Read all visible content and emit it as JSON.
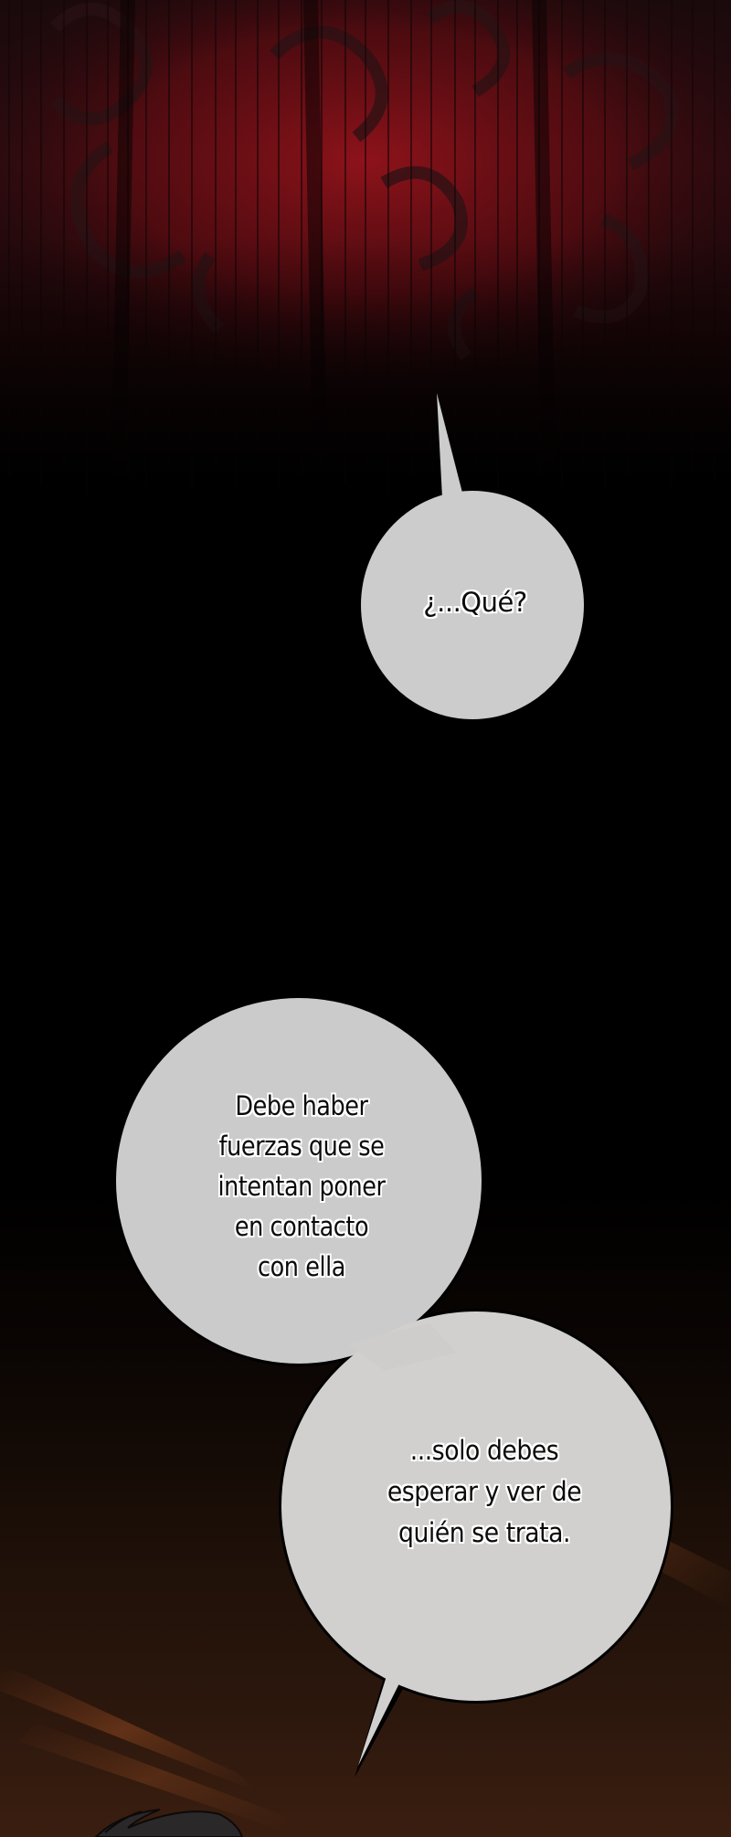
{
  "page": {
    "type": "comic-panel",
    "background": {
      "top_scene": "dark red ornate damask wallpaper with vertical streaks",
      "middle": "solid black",
      "bottom_scene": "dark brown/orange gradient with character hair at bottom"
    },
    "colors": {
      "bubble_fill": "#cccccc",
      "bubble_fill_lower": "#d4d2cf",
      "bubble_outline": "#000000",
      "text": "#0a0a0a",
      "text_outline": "#ffffff",
      "bg_red": "#8a1018",
      "bg_black": "#000000",
      "bg_brown": "#3a1e10"
    }
  },
  "bubbles": [
    {
      "id": "bubble-1",
      "lines": [
        "¿...Qué?"
      ]
    },
    {
      "id": "bubble-2",
      "lines": [
        "Debe haber",
        "fuerzas que se",
        "intentan poner",
        "en contacto",
        "con ella"
      ]
    },
    {
      "id": "bubble-3",
      "lines": [
        "...solo debes",
        "esperar y ver de",
        "quién se trata."
      ]
    }
  ]
}
